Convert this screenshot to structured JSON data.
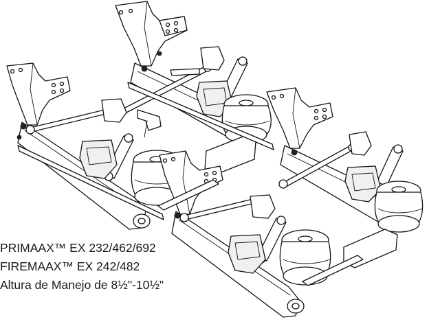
{
  "captions": {
    "line1": "PRIMAAX™ EX 232/462/692",
    "line2": "FIREMAAX™ EX 242/482",
    "line3": "Altura de Manejo de 8½\"-10½\""
  },
  "illustration": {
    "subject": "tandem-air-suspension-line-drawing",
    "colors": {
      "line": "#111111",
      "fill": "#ffffff",
      "shade": "#f0f0f0"
    }
  }
}
